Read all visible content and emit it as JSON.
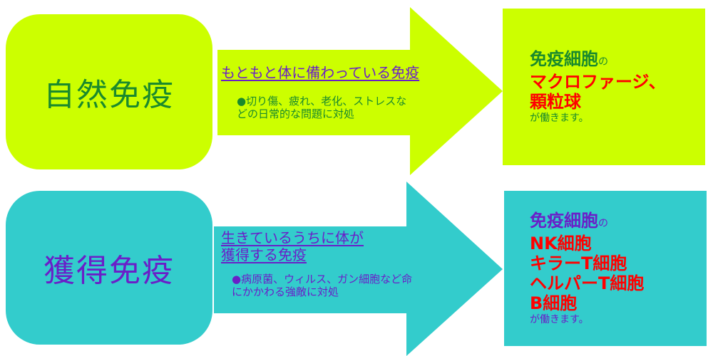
{
  "colors": {
    "lime": "#ccff00",
    "teal": "#33cccc",
    "green_text": "#1a8a2c",
    "purple_text": "#6a1fc8",
    "red_text": "#ff0000"
  },
  "innate": {
    "title": "自然免疫",
    "heading": "もともと体に備わっている免疫",
    "desc_line1": "●切り傷、疲れ、老化、ストレスな",
    "desc_line2": "どの日常的な問題に対処",
    "result": {
      "cells_label": "免疫細胞",
      "particle": "の",
      "items": [
        "マクロファージ、",
        "顆粒球"
      ],
      "tail": "が働きます。"
    }
  },
  "acquired": {
    "title": "獲得免疫",
    "heading_line1": "生きているうちに体が",
    "heading_line2": "獲得する免疫",
    "desc_line1": "●病原菌、ウィルス、ガン細胞など命",
    "desc_line2": "にかかわる強敵に対処",
    "result": {
      "cells_label": "免疫細胞",
      "particle": "の",
      "items": [
        "NK細胞",
        "キラーT細胞",
        "ヘルパーT細胞",
        "B細胞"
      ],
      "tail": "が働きます。"
    }
  }
}
